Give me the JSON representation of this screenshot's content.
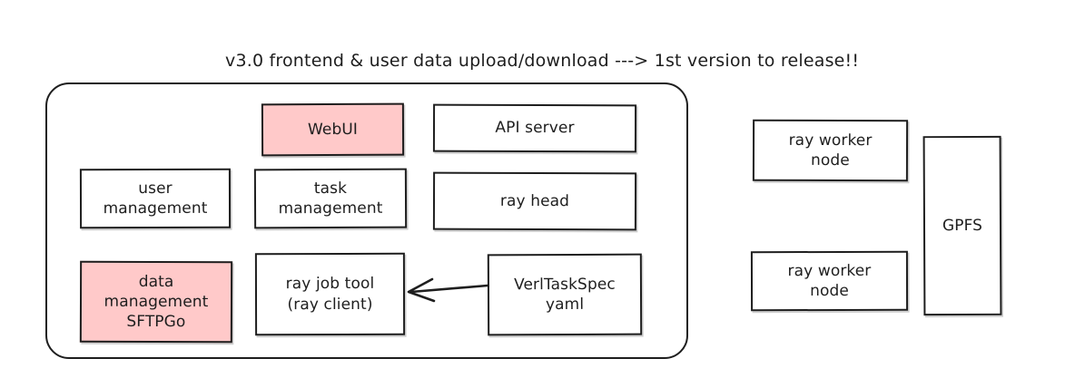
{
  "diagram": {
    "title": "v3.0 frontend & user data upload/download ---> 1st version to release!!",
    "palette": {
      "stroke": "#1e1e1e",
      "background": "#ffffff",
      "accent_fill": "#ffc9c9"
    },
    "group": {
      "name": "platform-group",
      "label": ""
    },
    "nodes": [
      {
        "id": "webui",
        "label": "WebUI",
        "fill": "accent"
      },
      {
        "id": "api-server",
        "label": "API server",
        "fill": "plain"
      },
      {
        "id": "user-mgmt",
        "label": "user\nmanagement",
        "fill": "plain"
      },
      {
        "id": "task-mgmt",
        "label": "task\nmanagement",
        "fill": "plain"
      },
      {
        "id": "ray-head",
        "label": "ray head",
        "fill": "plain"
      },
      {
        "id": "data-mgmt",
        "label": "data\nmanagement\nSFTPGo",
        "fill": "accent"
      },
      {
        "id": "ray-job-tool",
        "label": "ray job tool\n(ray client)",
        "fill": "plain"
      },
      {
        "id": "verl-task-spec",
        "label": "VerlTaskSpec\nyaml",
        "fill": "plain"
      },
      {
        "id": "ray-worker-1",
        "label": "ray worker\nnode",
        "fill": "plain"
      },
      {
        "id": "ray-worker-2",
        "label": "ray worker\nnode",
        "fill": "plain"
      },
      {
        "id": "gpfs",
        "label": "GPFS",
        "fill": "plain"
      }
    ],
    "edges": [
      {
        "id": "spec-to-raytool",
        "from": "verl-task-spec",
        "to": "ray-job-tool",
        "style": "arrow",
        "label": ""
      }
    ]
  }
}
